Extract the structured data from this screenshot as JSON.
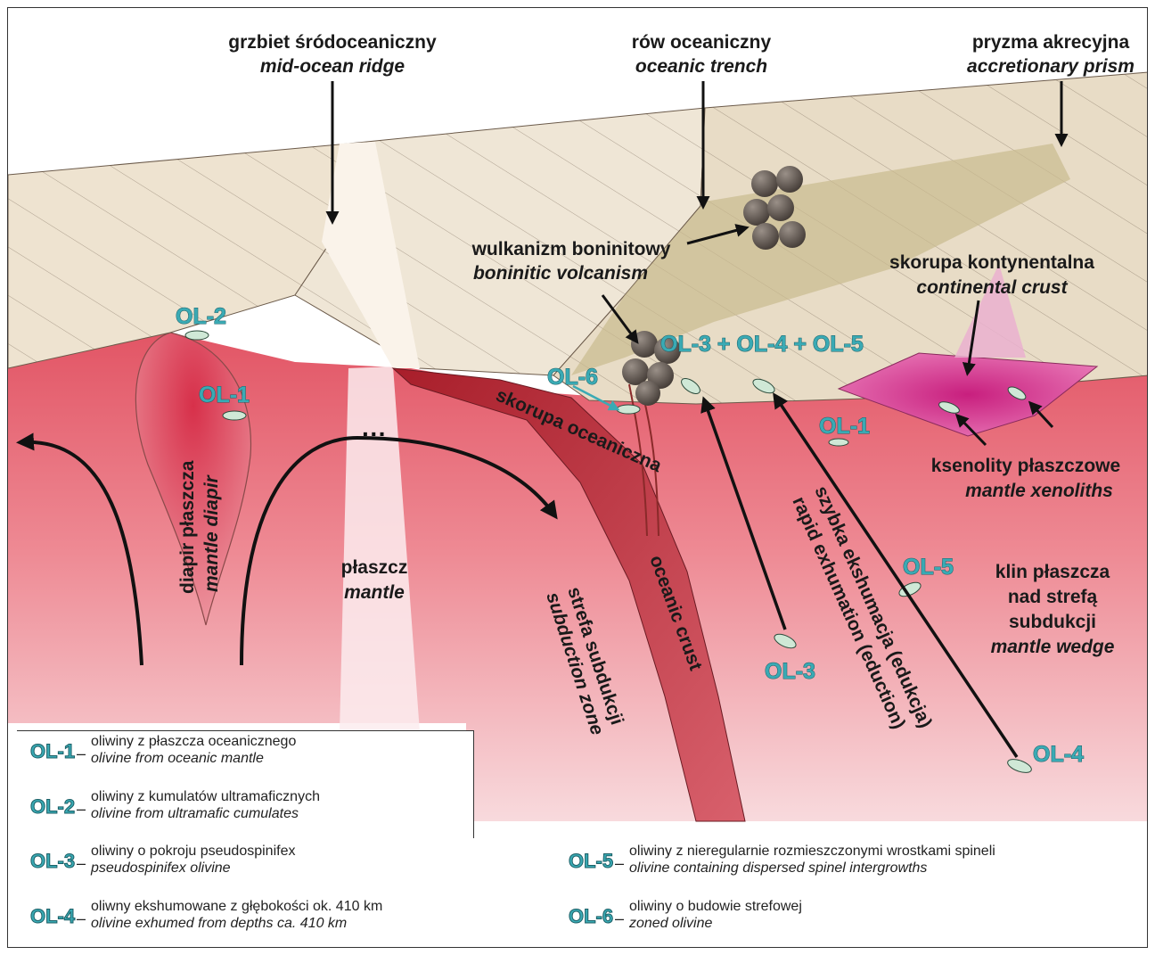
{
  "labels": {
    "ridge_pl": "grzbiet śródoceaniczny",
    "ridge_en": "mid-ocean ridge",
    "trench_pl": "rów oceaniczny",
    "trench_en": "oceanic trench",
    "prism_pl": "pryzma akrecyjna",
    "prism_en": "accretionary prism",
    "volcanism_pl": "wulkanizm boninitowy",
    "volcanism_en": "boninitic volcanism",
    "cont_pl": "skorupa kontynentalna",
    "cont_en": "continental crust",
    "xeno_pl": "ksenolity płaszczowe",
    "xeno_en": "mantle xenoliths",
    "wedge_l1": "klin płaszcza",
    "wedge_l2": "nad strefą",
    "wedge_l3": "subdukcji",
    "wedge_en": "mantle wedge",
    "mantle_pl": "płaszcz",
    "mantle_en": "mantle",
    "diapir_pl": "diapir płaszcza",
    "diapir_en": "mantle diapir",
    "ocrust_pl": "skorupa oceaniczna",
    "ocrust_en": "oceanic crust",
    "subzone_pl": "strefa subdukcji",
    "subzone_en": "subduction zone",
    "exhum_pl": "szybka ekshumacja (edukcja)",
    "exhum_en": "rapid exhumation (eduction)"
  },
  "ol_marks": {
    "ol2": "OL-2",
    "ol1a": "OL-1",
    "ol1b": "OL-1",
    "ol6": "OL-6",
    "ol345": "OL-3 + OL-4 + OL-5",
    "ol5": "OL-5",
    "ol3": "OL-3",
    "ol4": "OL-4"
  },
  "legend": [
    {
      "code": "OL-1",
      "pl": "oliwiny z płaszcza oceanicznego",
      "en": "olivine from oceanic mantle"
    },
    {
      "code": "OL-2",
      "pl": "oliwiny z kumulatów ultramaficznych",
      "en": "olivine from ultramafic cumulates"
    },
    {
      "code": "OL-3",
      "pl": "oliwiny o pokroju pseudospinifex",
      "en": "pseudospinifex olivine"
    },
    {
      "code": "OL-4",
      "pl": "oliwny ekshumowane z głębokości ok. 410 km",
      "en": "olivine exhumed from depths ca. 410 km"
    },
    {
      "code": "OL-5",
      "pl": "oliwiny z nieregularnie rozmieszczonymi wrostkami spineli",
      "en": "olivine containing dispersed spinel intergrowths"
    },
    {
      "code": "OL-6",
      "pl": "oliwiny o budowie strefowej",
      "en": "zoned olivine"
    }
  ],
  "colors": {
    "mantle": "#e8707c",
    "slab": "#b8232f",
    "crust": "#eadfcc",
    "olive_crust": "#cdbf93",
    "continent": "#d8388a",
    "ol_text": "#3aaab4",
    "olivine_fill": "#cfe8d6"
  }
}
